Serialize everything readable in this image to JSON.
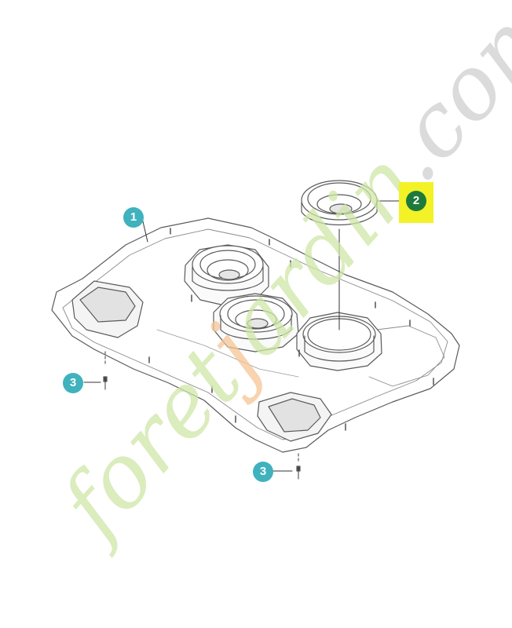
{
  "callouts": [
    {
      "label": "1",
      "color": "#3fb2bd"
    },
    {
      "label": "2",
      "color": "#1e7a3c"
    },
    {
      "label": "3",
      "color": "#3fb2bd"
    },
    {
      "label": "3",
      "color": "#3fb2bd"
    }
  ],
  "highlight_color": "#f2f227",
  "watermark": {
    "text": "foretjardin.com",
    "colors": {
      "green": "#cfe6a8",
      "orange": "#f6c596",
      "grey": "#cfcfcf"
    }
  }
}
